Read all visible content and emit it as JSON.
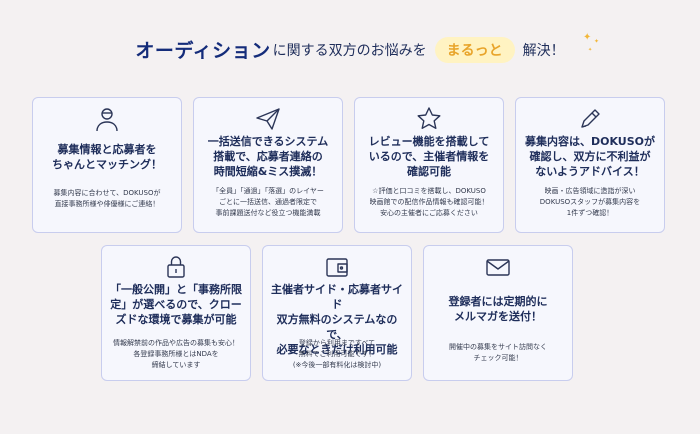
{
  "header": {
    "main": "オーディション",
    "sub": "に関する双方のお悩みを",
    "pill": "まるっと",
    "end": "解決！"
  },
  "cards": [
    {
      "icon": "user-icon",
      "title": "募集情報と応募者を\nちゃんとマッチング！",
      "desc": "募集内容に合わせて、DOKUSOが\n直接事務所様や俳優様にご連絡！"
    },
    {
      "icon": "paper-plane-icon",
      "title": "一括送信できるシステム\n搭載で、応募者連絡の\n時間短縮&ミス撲滅！",
      "desc": "「全員」「通過」「落選」のレイヤー\nごとに一括送信、通過者限定で\n事前課題送付など役立つ機能満載"
    },
    {
      "icon": "star-icon",
      "title": "レビュー機能を搭載して\nいるので、主催者情報を\n確認可能",
      "desc": "☆評価と口コミを搭載し、DOKUSO\n映画館での配信作品情報も確認可能！\n安心の主催者にご応募ください"
    },
    {
      "icon": "pen-icon",
      "title": "募集内容は、DOKUSOが\n確認し、双方に不利益が\nないようアドバイス！",
      "desc": "映画・広告領域に造詣が深い\nDOKUSOスタッフが募集内容を\n1件ずつ確認！"
    },
    {
      "icon": "lock-icon",
      "title": "「一般公開」と「事務所限\n定」が選べるので、クロー\nズドな環境で募集が可能",
      "desc": "情報解禁前の作品や広告の募集も安心！\n各登録事務所様とはNDAを\n締結しています"
    },
    {
      "icon": "wallet-icon",
      "title": "主催者サイド・応募者サイド\n双方無料のシステムなので、\n必要なときだけ利用可能",
      "desc": "登録から利用まですべて\n無料でご利用可能です！\n(※今後一部有料化は検討中)"
    },
    {
      "icon": "mail-icon",
      "title": "登録者には定期的に\nメルマガを送付！",
      "desc": "開催中の募集をサイト訪問なく\nチェック可能！"
    }
  ]
}
